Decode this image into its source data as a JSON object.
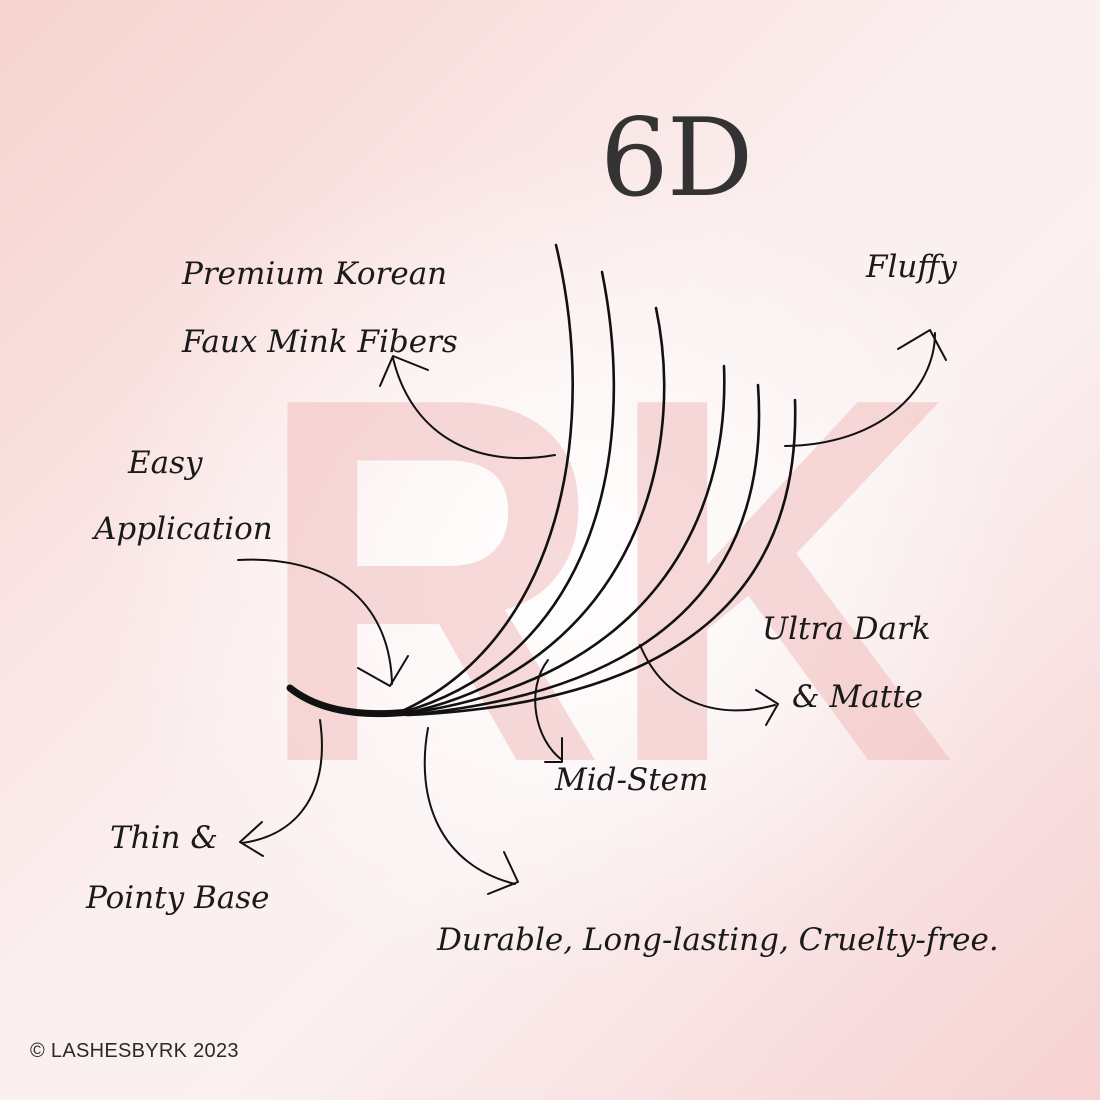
{
  "watermark": {
    "letters": "RK"
  },
  "title": "6D",
  "labels": {
    "premium": {
      "line1": "Premium  Korean",
      "line2": "Faux Mink Fibers"
    },
    "fluffy": "Fluffy",
    "easy": {
      "line1": "Easy",
      "line2": "Application"
    },
    "ultra": {
      "line1": "Ultra Dark",
      "line2": "& Matte"
    },
    "midstem": "Mid-Stem",
    "thin": {
      "line1": "Thin &",
      "line2": "Pointy Base"
    },
    "durable": "Durable, Long-lasting, Cruelty-free."
  },
  "copyright": "© LASHESBYRK 2023",
  "colors": {
    "ink": "#1a1a1a",
    "title": "#333333",
    "watermark": "#f2bdbd"
  }
}
